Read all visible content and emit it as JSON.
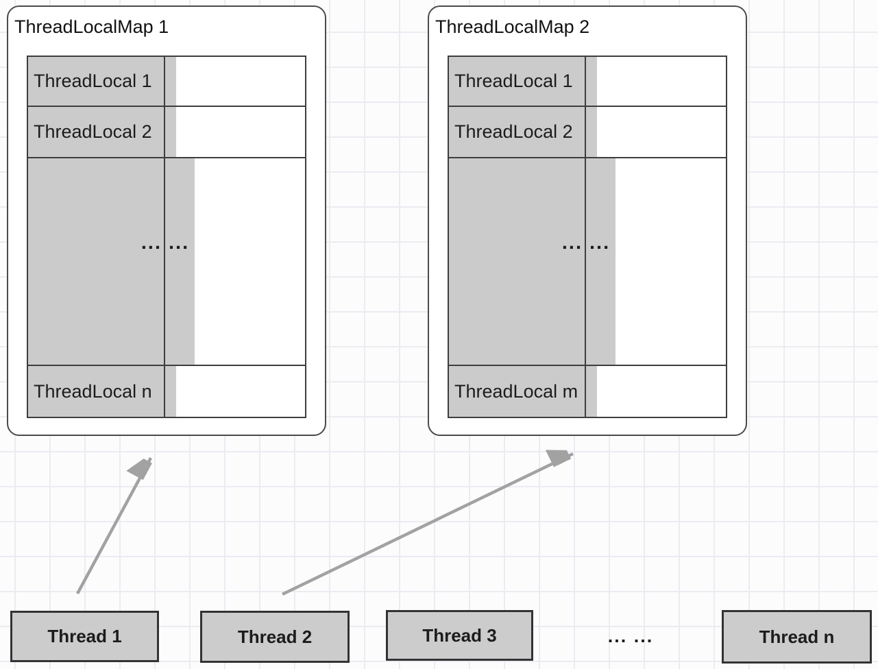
{
  "diagram": {
    "maps": [
      {
        "title": "ThreadLocalMap 1",
        "rows": [
          {
            "key": "ThreadLocal 1",
            "value": ""
          },
          {
            "key": "ThreadLocal 2",
            "value": ""
          },
          {
            "key": "...",
            "value": "..."
          },
          {
            "key": "ThreadLocal n",
            "value": ""
          }
        ]
      },
      {
        "title": "ThreadLocalMap 2",
        "rows": [
          {
            "key": "ThreadLocal 1",
            "value": ""
          },
          {
            "key": "ThreadLocal 2",
            "value": ""
          },
          {
            "key": "...",
            "value": "..."
          },
          {
            "key": "ThreadLocal m",
            "value": ""
          }
        ]
      }
    ],
    "threads": [
      {
        "label": "Thread 1"
      },
      {
        "label": "Thread 2"
      },
      {
        "label": "Thread 3"
      },
      {
        "label": "... ..."
      },
      {
        "label": "Thread n"
      }
    ],
    "arrows": [
      {
        "from": "Thread 1",
        "to": "ThreadLocalMap 1"
      },
      {
        "from": "Thread 2",
        "to": "ThreadLocalMap 2"
      }
    ],
    "colors": {
      "background": "#fcfcfd",
      "grid_line": "#edebf1",
      "cell_fill": "#cbcbcb",
      "table_border": "#3d3d3d",
      "container_border": "#4a4a4a",
      "container_fill": "#ffffff",
      "box_fill": "#cccccc",
      "box_border": "#333333",
      "arrow": "#a2a2a2",
      "text": "#1c1c1c"
    }
  }
}
